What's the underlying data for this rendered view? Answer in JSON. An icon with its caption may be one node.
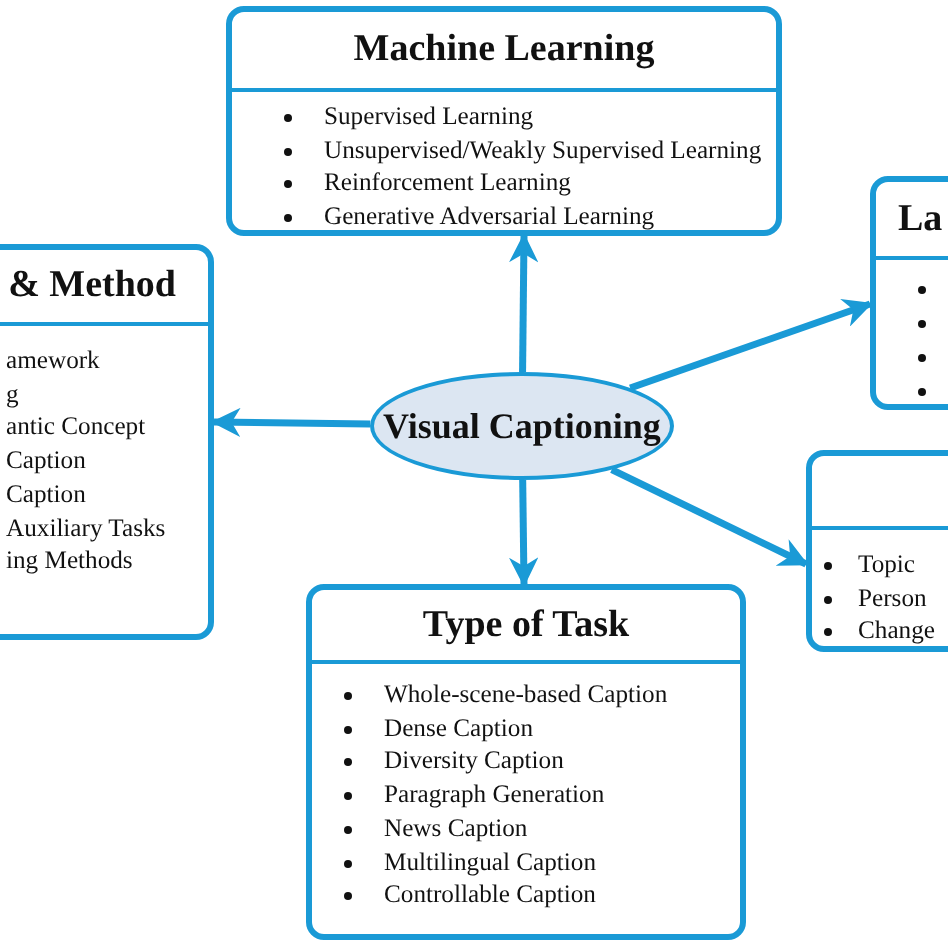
{
  "diagram": {
    "nodes": [
      {
        "text": [
          "Visual Captioning"
        ]
      },
      {
        "text": [
          "Machine Learning",
          "Supervised Learning",
          "Unsupervised/Weakly Supervised Learning",
          "Reinforcement Learning",
          "Generative Adversarial Learning"
        ]
      },
      {
        "text": [
          "& Method",
          "amework",
          "g",
          "antic Concept",
          "Caption",
          "Caption",
          "Auxiliary Tasks",
          "ing Methods"
        ]
      },
      {
        "text": [
          "La"
        ]
      },
      {
        "text": [
          "Topic",
          "Person",
          "Change"
        ]
      },
      {
        "text": [
          "Type of Task",
          "Whole-scene-based Caption",
          "Dense Caption",
          "Diversity Caption",
          "Paragraph Generation",
          "News Caption",
          "Multilingual Caption",
          "Controllable Caption"
        ]
      }
    ],
    "edges": [
      {
        "from": 0,
        "to": 1,
        "arrow": "to"
      },
      {
        "from": 0,
        "to": 2,
        "arrow": "to"
      },
      {
        "from": 0,
        "to": 3,
        "arrow": "to"
      },
      {
        "from": 0,
        "to": 4,
        "arrow": "to"
      },
      {
        "from": 0,
        "to": 5,
        "arrow": "to"
      }
    ]
  }
}
